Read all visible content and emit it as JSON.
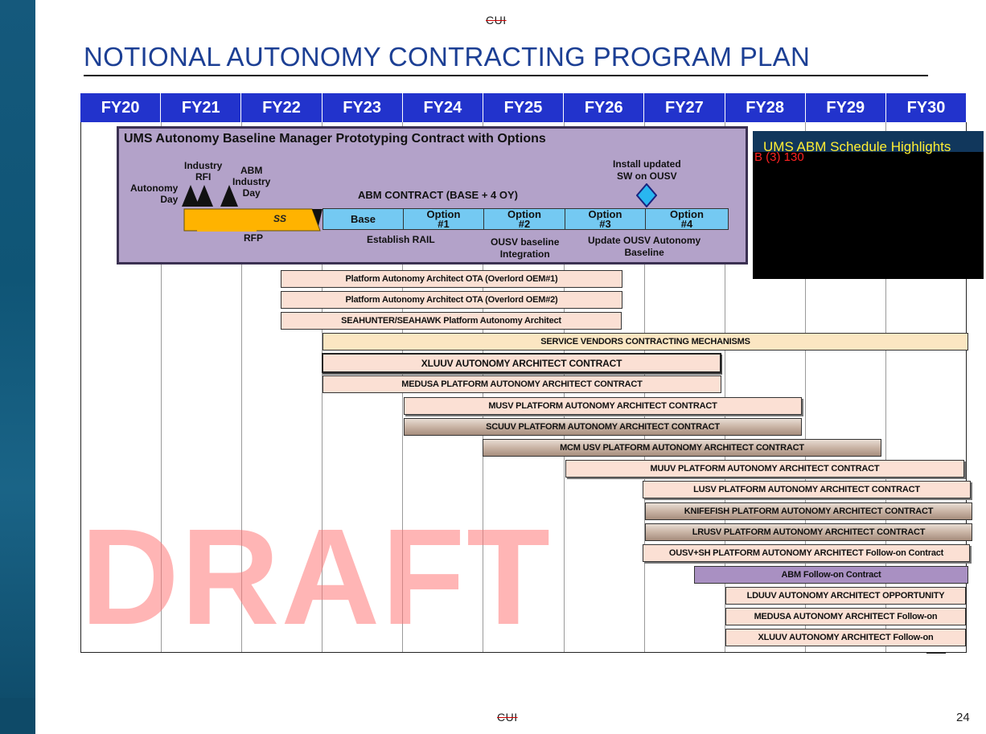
{
  "classification": "CUI",
  "title": "NOTIONAL AUTONOMY CONTRACTING PROGRAM PLAN",
  "fiscal_years": [
    "FY20",
    "FY21",
    "FY22",
    "FY23",
    "FY24",
    "FY25",
    "FY26",
    "FY27",
    "FY28",
    "FY29",
    "FY30"
  ],
  "watermark": "DRAFT",
  "abm_box": {
    "title": "UMS Autonomy Baseline Manager Prototyping Contract with Options",
    "milestones": {
      "autonomy_day": "Autonomy\nDay",
      "industry_rfi": "Industry\nRFI",
      "abm_industry_day": "ABM\nIndustry\nDay",
      "install_updated": "Install updated\nSW on OUSV"
    },
    "contract_label": "ABM CONTRACT (BASE + 4 OY)",
    "rfp_bar_text": "SS",
    "rfp_label": "RFP",
    "segments": [
      "Base",
      "Option\n#1",
      "Option\n#2",
      "Option\n#3",
      "Option\n#4"
    ],
    "notes": {
      "establish_rail": "Establish RAIL",
      "ousv_baseline": "OUSV baseline\nIntegration",
      "update_ousv": "Update OUSV Autonomy\nBaseline"
    }
  },
  "highlights": {
    "heading": "UMS ABM Schedule Highlights",
    "redaction_note": "B (3) 130"
  },
  "contracts": [
    {
      "label": "Platform Autonomy Architect OTA (Overlord OEM#1)",
      "style": "peach"
    },
    {
      "label": "Platform Autonomy Architect OTA (Overlord OEM#2)",
      "style": "peach"
    },
    {
      "label": "SEAHUNTER/SEAHAWK Platform Autonomy Architect",
      "style": "peach"
    },
    {
      "label": "SERVICE VENDORS CONTRACTING MECHANISMS",
      "style": "tan"
    },
    {
      "label": "XLUUV AUTONOMY ARCHITECT CONTRACT",
      "style": "peach"
    },
    {
      "label": "MEDUSA PLATFORM AUTONOMY ARCHITECT CONTRACT",
      "style": "peach"
    },
    {
      "label": "MUSV PLATFORM AUTONOMY ARCHITECT CONTRACT",
      "style": "peach"
    },
    {
      "label": "SCUUV PLATFORM AUTONOMY ARCHITECT CONTRACT",
      "style": "taupe"
    },
    {
      "label": "MCM USV PLATFORM AUTONOMY ARCHITECT CONTRACT",
      "style": "taupe"
    },
    {
      "label": "MUUV PLATFORM AUTONOMY ARCHITECT CONTRACT",
      "style": "peach"
    },
    {
      "label": "LUSV PLATFORM AUTONOMY ARCHITECT CONTRACT",
      "style": "peach"
    },
    {
      "label": "KNIFEFISH PLATFORM AUTONOMY ARCHITECT CONTRACT",
      "style": "taupe"
    },
    {
      "label": "LRUSV PLATFORM AUTONOMY ARCHITECT CONTRACT",
      "style": "taupe"
    },
    {
      "label": "OUSV+SH PLATFORM AUTONOMY ARCHITECT Follow-on Contract",
      "style": "peach"
    },
    {
      "label": "ABM Follow-on Contract",
      "style": "lavender"
    },
    {
      "label": "LDUUV AUTONOMY ARCHITECT OPPORTUNITY",
      "style": "peach"
    },
    {
      "label": "MEDUSA AUTONOMY ARCHITECT Follow-on",
      "style": "peach"
    },
    {
      "label": "XLUUV AUTONOMY ARCHITECT Follow-on",
      "style": "peach"
    }
  ],
  "page_number": "24"
}
